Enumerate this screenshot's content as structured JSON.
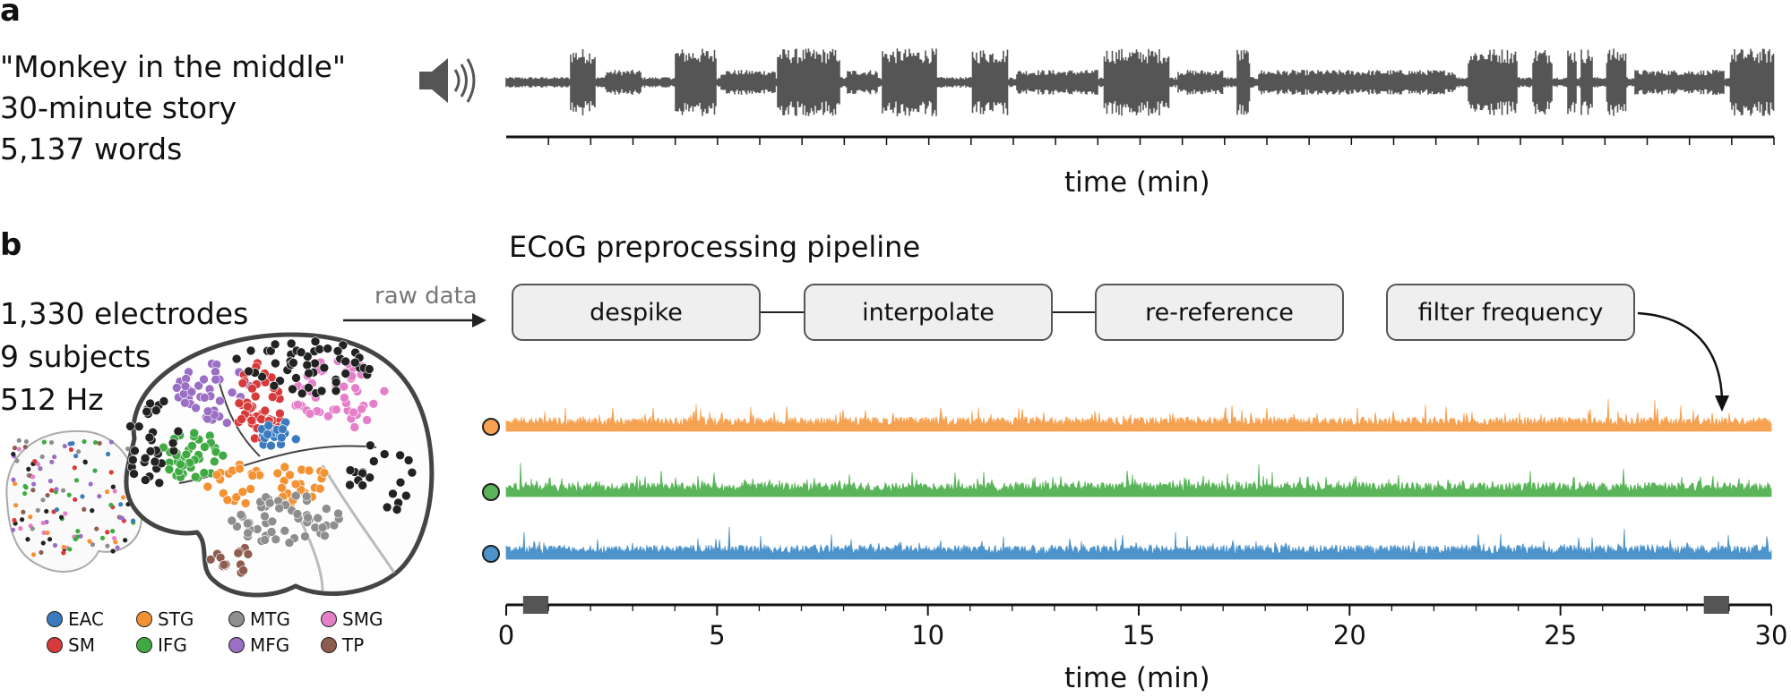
{
  "panel_a": {
    "letter": "a",
    "story_title": "\"Monkey in the middle\"",
    "duration_text": "30-minute story",
    "word_count_text": "5,137 words",
    "speaker_icon": "speaker-icon",
    "xlabel": "time (min)"
  },
  "panel_b": {
    "letter": "b",
    "electrodes_text": "1,330 electrodes",
    "subjects_text": "9 subjects",
    "rate_text": "512 Hz",
    "raw_label": "raw data",
    "pipeline_title": "ECoG preprocessing pipeline",
    "steps": [
      "despike",
      "interpolate",
      "re-reference",
      "filter frequency"
    ],
    "legend": [
      {
        "label": "EAC",
        "color": "#3a7bbf"
      },
      {
        "label": "STG",
        "color": "#f39233"
      },
      {
        "label": "MTG",
        "color": "#8e8e8e"
      },
      {
        "label": "SMG",
        "color": "#e57fc9"
      },
      {
        "label": "SM",
        "color": "#d63a3a"
      },
      {
        "label": "IFG",
        "color": "#3faa43"
      },
      {
        "label": "MFG",
        "color": "#9a6fc4"
      },
      {
        "label": "TP",
        "color": "#8e5d4f"
      }
    ],
    "traces": [
      {
        "color": "#f7a253"
      },
      {
        "color": "#5ab55a"
      },
      {
        "color": "#4e94cc"
      }
    ],
    "xlabel": "time (min)",
    "xticks": [
      "0",
      "5",
      "10",
      "15",
      "20",
      "25",
      "30"
    ],
    "xlim": [
      0,
      30
    ],
    "highlight_windows": [
      [
        0.4,
        1.0
      ],
      [
        28.4,
        29.0
      ]
    ]
  }
}
